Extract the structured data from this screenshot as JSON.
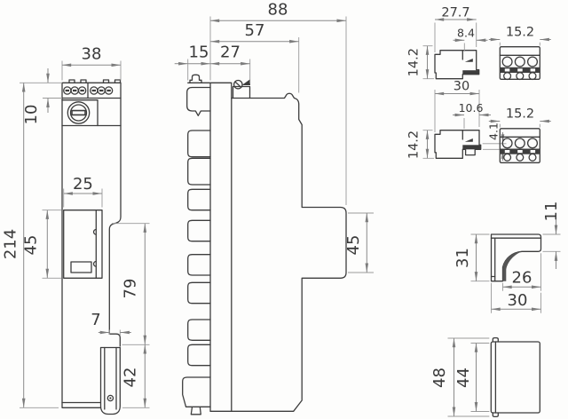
{
  "front_view": {
    "width": "38",
    "terminal_height": "10",
    "total_height": "214",
    "module_width": "25",
    "module_height": "45",
    "lower_height": "79",
    "step_width": "7",
    "foot_height": "42"
  },
  "side_view": {
    "total_depth": "88",
    "upper_depth": "57",
    "clamp_depth": "15",
    "plate_depth": "27",
    "module_height": "45"
  },
  "terminal_detail_a": {
    "depth": "27.7",
    "contact_depth": "8.4",
    "height": "14.2",
    "front_width": "15.2"
  },
  "terminal_detail_b": {
    "depth": "30",
    "contact_depth": "10.6",
    "contact_height": "4.1",
    "height": "14.2",
    "front_width": "15.2"
  },
  "bracket_detail": {
    "lip_height": "11",
    "height": "31",
    "inner_width": "26",
    "width": "30"
  },
  "cover_detail": {
    "height": "48",
    "inner_height": "44"
  },
  "colors": {
    "line": "#3d3d3d",
    "dim_line": "#8a8a8a",
    "text": "#3a3a3a",
    "background": "#fdfdfc"
  }
}
